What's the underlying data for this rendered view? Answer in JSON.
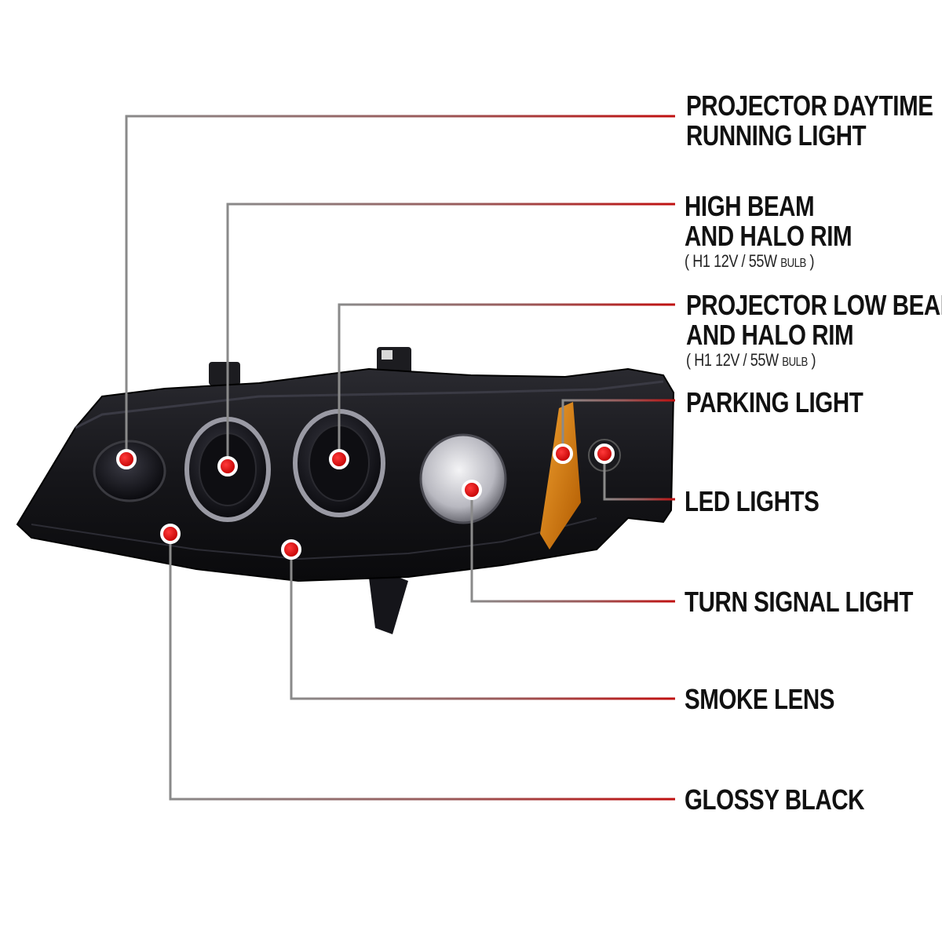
{
  "colors": {
    "background": "#ffffff",
    "leader_gray": "#8a8a8a",
    "leader_red": "#c01010",
    "dot_red": "#e00000",
    "housing": "#141418",
    "amber": "#d07a10"
  },
  "callouts": [
    {
      "id": "projector-drl",
      "lines": [
        "PROJECTOR DAYTIME",
        "RUNNING LIGHT"
      ],
      "spec": null
    },
    {
      "id": "high-beam",
      "lines": [
        "HIGH BEAM",
        "AND HALO RIM"
      ],
      "spec": {
        "open": "(",
        "bulb": "H1",
        "voltage": "12V",
        "sep": "/",
        "wattage": "55W",
        "unit": "BULB",
        "close": ")"
      }
    },
    {
      "id": "low-beam",
      "lines": [
        "PROJECTOR LOW BEAM",
        "AND HALO RIM"
      ],
      "spec": {
        "open": "(",
        "bulb": "H1",
        "voltage": "12V",
        "sep": "/",
        "wattage": "55W",
        "unit": "BULB",
        "close": ")"
      }
    },
    {
      "id": "parking-light",
      "lines": [
        "PARKING LIGHT"
      ],
      "spec": null
    },
    {
      "id": "led-lights",
      "lines": [
        "LED LIGHTS"
      ],
      "spec": null
    },
    {
      "id": "turn-signal",
      "lines": [
        "TURN SIGNAL LIGHT"
      ],
      "spec": null
    },
    {
      "id": "smoke-lens",
      "lines": [
        "SMOKE LENS"
      ],
      "spec": null
    },
    {
      "id": "glossy-black",
      "lines": [
        "GLOSSY BLACK"
      ],
      "spec": null
    }
  ]
}
